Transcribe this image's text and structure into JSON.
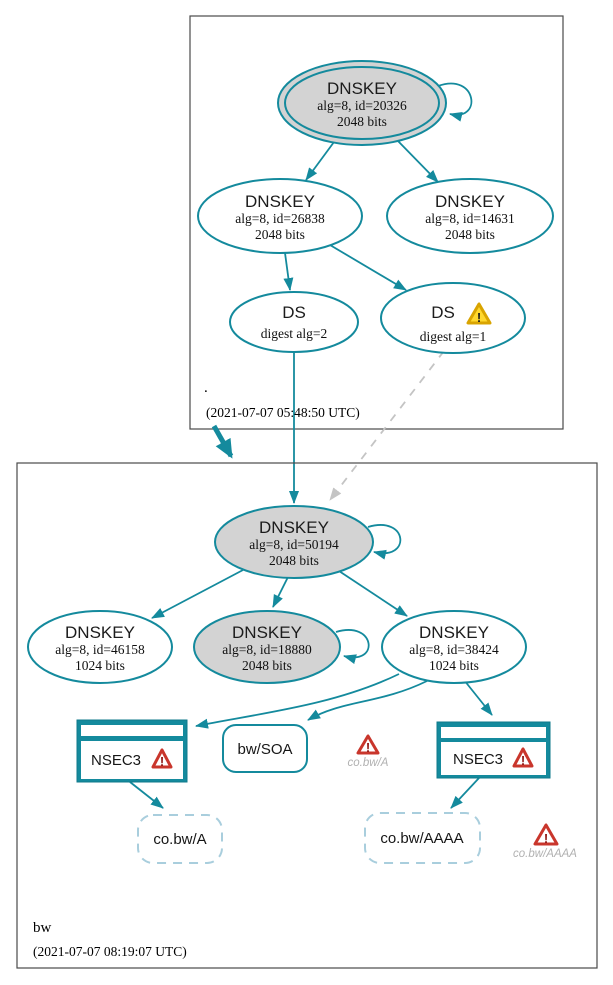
{
  "colors": {
    "edge_secure_teal": "#148a9d",
    "key_fill_gray": "#d3d3d3",
    "cluster_border_gray": "#4a4a4a",
    "ghost_edge_gray": "#c4c4c4",
    "dashed_node_blue": "#a9cedd",
    "error_red": "#c9362c",
    "warning_yellow": "#ffd82e"
  },
  "icons": {
    "warning_mark": "!",
    "warning_icon_glyph": "⚠",
    "error_icon_glyph": "⚠"
  },
  "root_cluster": {
    "label": ".",
    "timestamp": "(2021-07-07 05:48:50 UTC)",
    "nodes": {
      "ksk_20326": {
        "title": "DNSKEY",
        "detail": "alg=8, id=20326",
        "size": "2048 bits"
      },
      "zsk_26838": {
        "title": "DNSKEY",
        "detail": "alg=8, id=26838",
        "size": "2048 bits"
      },
      "zsk_14631": {
        "title": "DNSKEY",
        "detail": "alg=8, id=14631",
        "size": "2048 bits"
      },
      "ds_alg2": {
        "title": "DS",
        "detail": "digest alg=2"
      },
      "ds_alg1": {
        "title": "DS",
        "detail": "digest alg=1"
      }
    }
  },
  "bw_cluster": {
    "label": "bw",
    "timestamp": "(2021-07-07 08:19:07 UTC)",
    "nodes": {
      "ksk_50194": {
        "title": "DNSKEY",
        "detail": "alg=8, id=50194",
        "size": "2048 bits"
      },
      "zsk_46158": {
        "title": "DNSKEY",
        "detail": "alg=8, id=46158",
        "size": "1024 bits"
      },
      "zsk_18880": {
        "title": "DNSKEY",
        "detail": "alg=8, id=18880",
        "size": "2048 bits"
      },
      "zsk_38424": {
        "title": "DNSKEY",
        "detail": "alg=8, id=38424",
        "size": "1024 bits"
      },
      "nsec3_left": {
        "label": "NSEC3"
      },
      "nsec3_right": {
        "label": "NSEC3"
      },
      "soa": {
        "label": "bw/SOA"
      },
      "rrset_a": {
        "label": "co.bw/A"
      },
      "rrset_aaaa": {
        "label": "co.bw/AAAA"
      },
      "error_a": {
        "label": "co.bw/A"
      },
      "error_aaaa": {
        "label": "co.bw/AAAA"
      }
    }
  }
}
